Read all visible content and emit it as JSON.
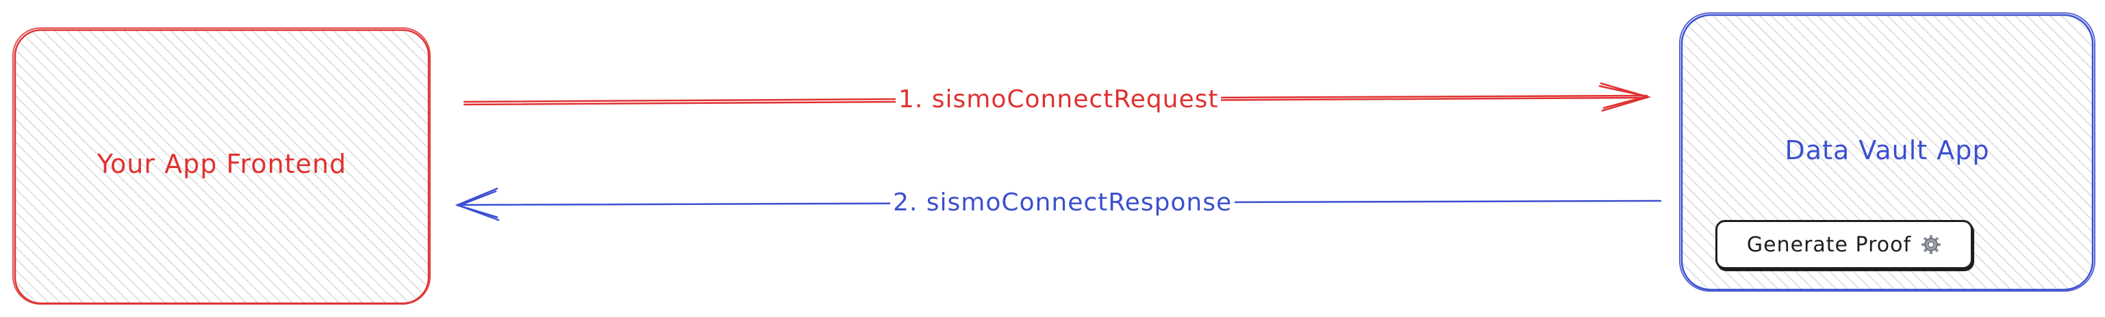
{
  "nodes": {
    "frontend": {
      "label": "Your App Frontend",
      "color": "#e03131"
    },
    "vault": {
      "label": "Data Vault App",
      "color": "#3b4fd0"
    }
  },
  "edges": {
    "request": {
      "label": "1. sismoConnectRequest",
      "color": "#e03131"
    },
    "response": {
      "label": "2. sismoConnectResponse",
      "color": "#3b4fd0"
    }
  },
  "button": {
    "label": "Generate Proof",
    "icon": "gear-icon"
  },
  "style": {
    "hatch": "#d9d9d9"
  }
}
